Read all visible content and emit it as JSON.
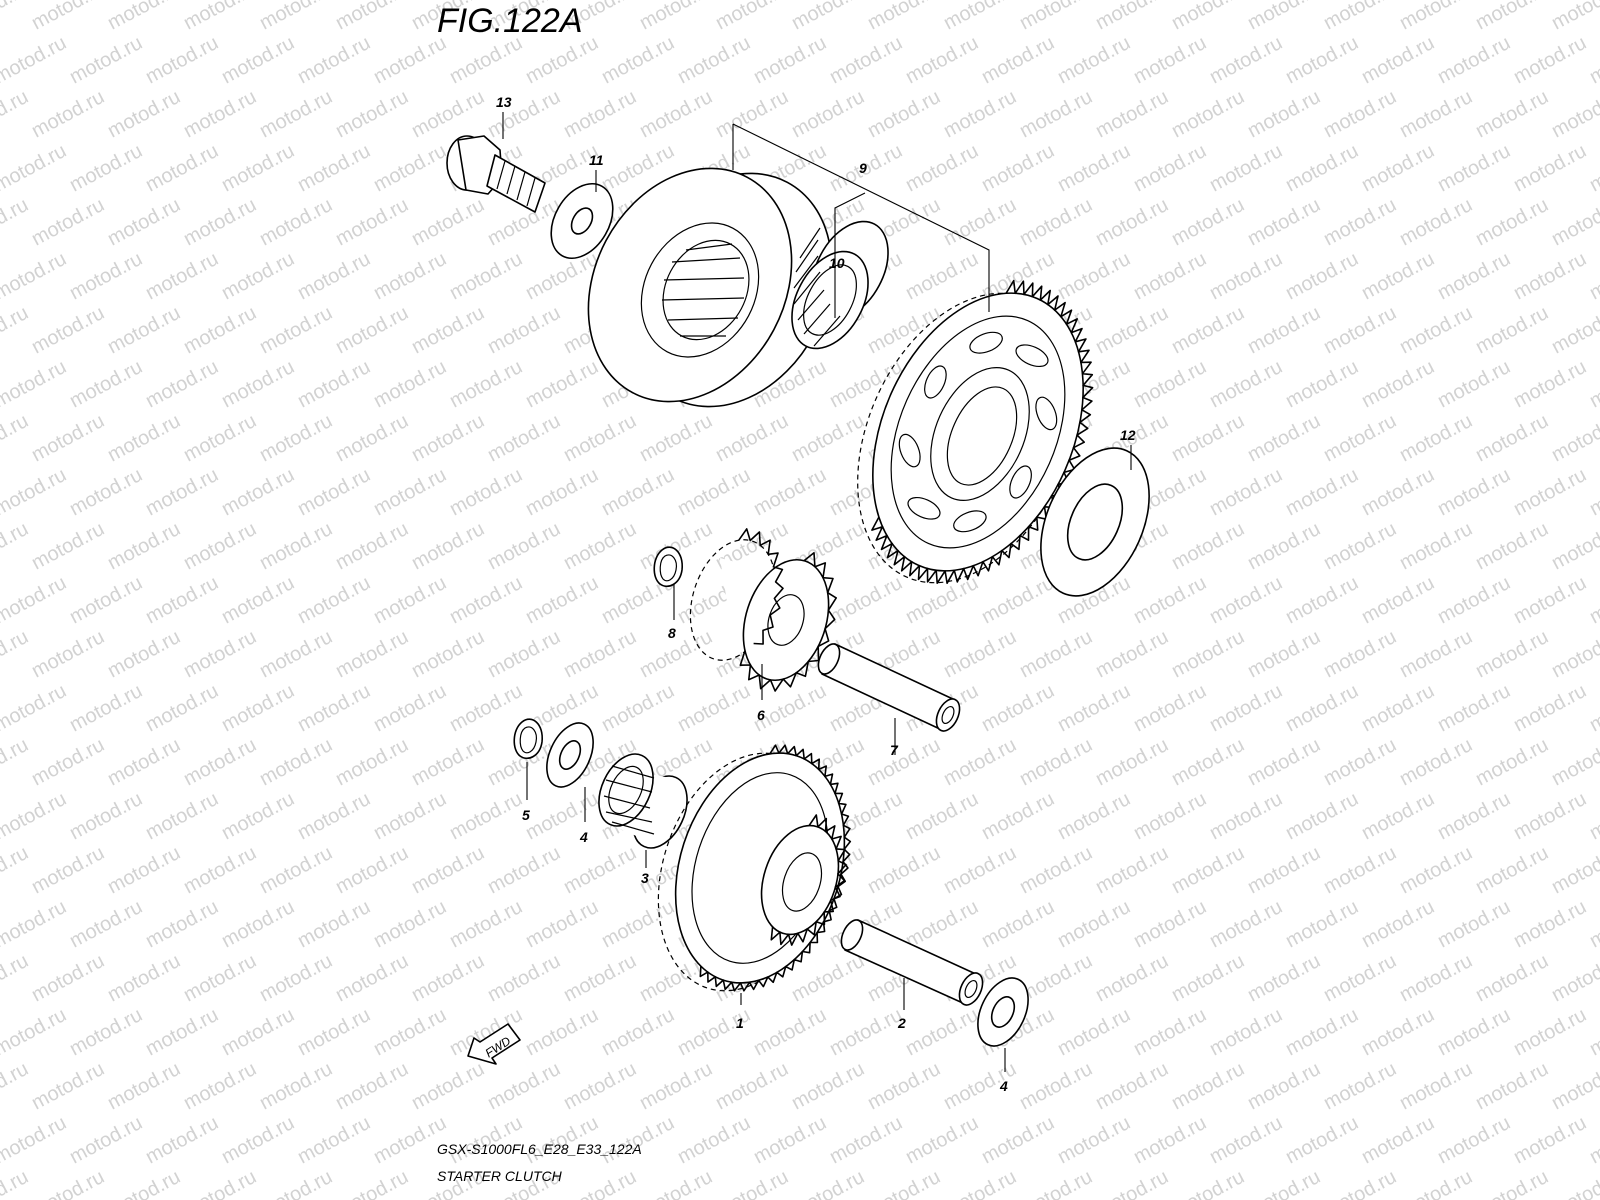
{
  "figure": {
    "title": "FIG.122A",
    "model_code": "GSX-S1000FL6_E28_E33_122A",
    "section_name": "STARTER CLUTCH",
    "watermark": "motod.ru",
    "fwd_label": "FWD"
  },
  "callouts": [
    {
      "id": "c1",
      "label": "1",
      "part": "starter driven gear"
    },
    {
      "id": "c2",
      "label": "2",
      "part": "shaft"
    },
    {
      "id": "c3",
      "label": "3",
      "part": "needle bearing"
    },
    {
      "id": "c4a",
      "label": "4",
      "part": "washer"
    },
    {
      "id": "c4b",
      "label": "4",
      "part": "washer"
    },
    {
      "id": "c5",
      "label": "5",
      "part": "circlip"
    },
    {
      "id": "c6",
      "label": "6",
      "part": "idle gear"
    },
    {
      "id": "c7",
      "label": "7",
      "part": "shaft"
    },
    {
      "id": "c8",
      "label": "8",
      "part": "circlip"
    },
    {
      "id": "c9",
      "label": "9",
      "part": "starter clutch assembly"
    },
    {
      "id": "c10",
      "label": "10",
      "part": "needle bearing"
    },
    {
      "id": "c11",
      "label": "11",
      "part": "washer"
    },
    {
      "id": "c12",
      "label": "12",
      "part": "washer"
    },
    {
      "id": "c13",
      "label": "13",
      "part": "bolt"
    }
  ],
  "colors": {
    "line": "#000000",
    "watermark": "#d2d2d2",
    "background": "#ffffff"
  }
}
